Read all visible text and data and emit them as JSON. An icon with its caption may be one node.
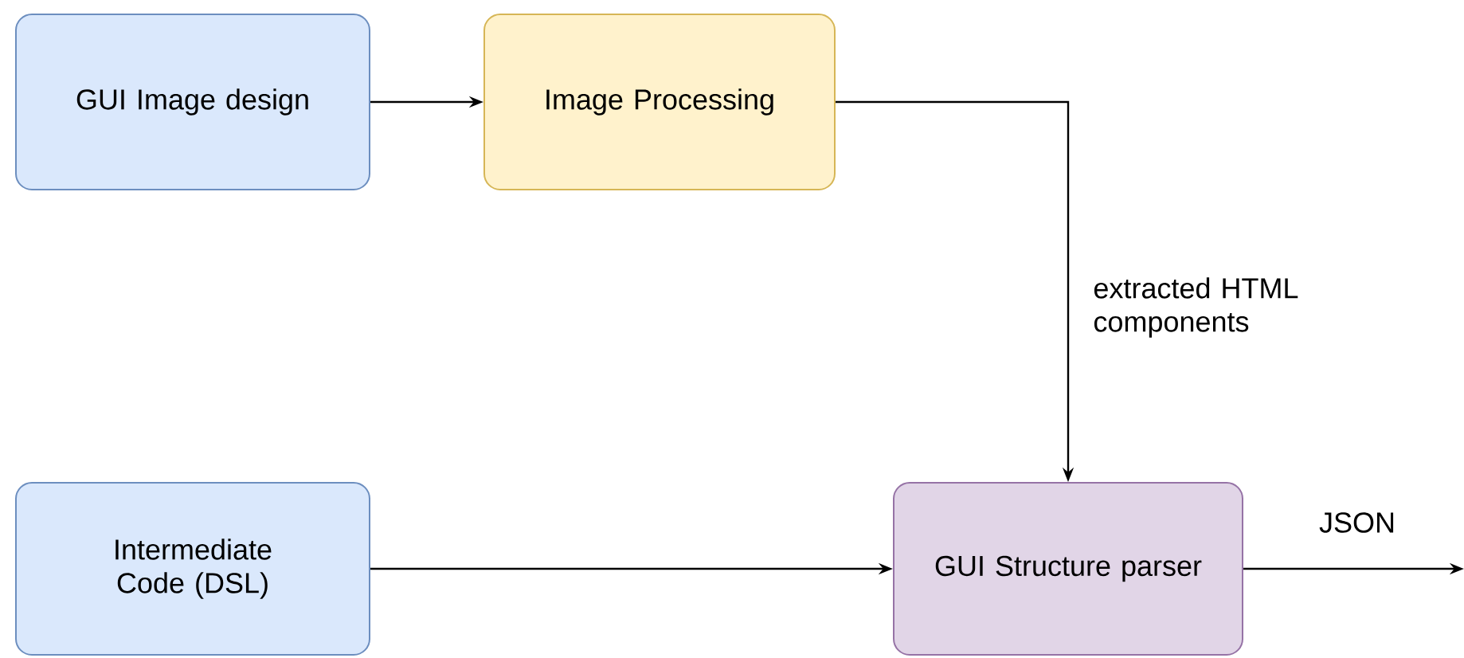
{
  "diagram": {
    "nodes": [
      {
        "text": [
          "GUI Image design"
        ]
      },
      {
        "text": [
          "Image Processing"
        ]
      },
      {
        "text": [
          "Intermediate Code (DSL)"
        ]
      },
      {
        "text": [
          "GUI Structure parser"
        ]
      }
    ],
    "edges": [
      {
        "from": 0,
        "to": 1,
        "arrow": "to"
      },
      {
        "from": 1,
        "to": 3,
        "arrow": "to",
        "label": "extracted HTML components"
      },
      {
        "from": 2,
        "to": 3,
        "arrow": "to"
      },
      {
        "from": 3,
        "to": null,
        "arrow": "to",
        "label": "JSON"
      }
    ]
  }
}
